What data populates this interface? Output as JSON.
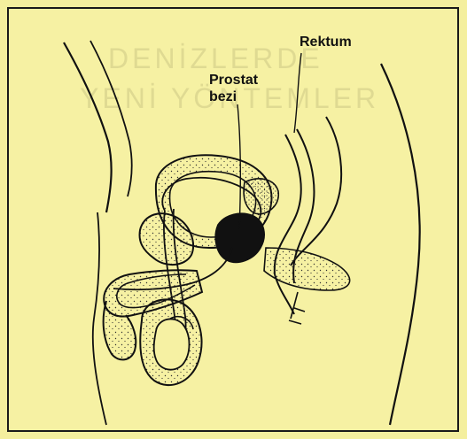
{
  "labels": {
    "rektum": "Rektum",
    "prostat_line1": "Prostat",
    "prostat_line2": "bezi"
  },
  "background_text": {
    "title_line1": "DENİZLERDE",
    "title_line2": "YENİ YÖNTEMLER"
  },
  "colors": {
    "paper": "#f6f1a3",
    "ink": "#111111",
    "prostate": "#111111"
  }
}
